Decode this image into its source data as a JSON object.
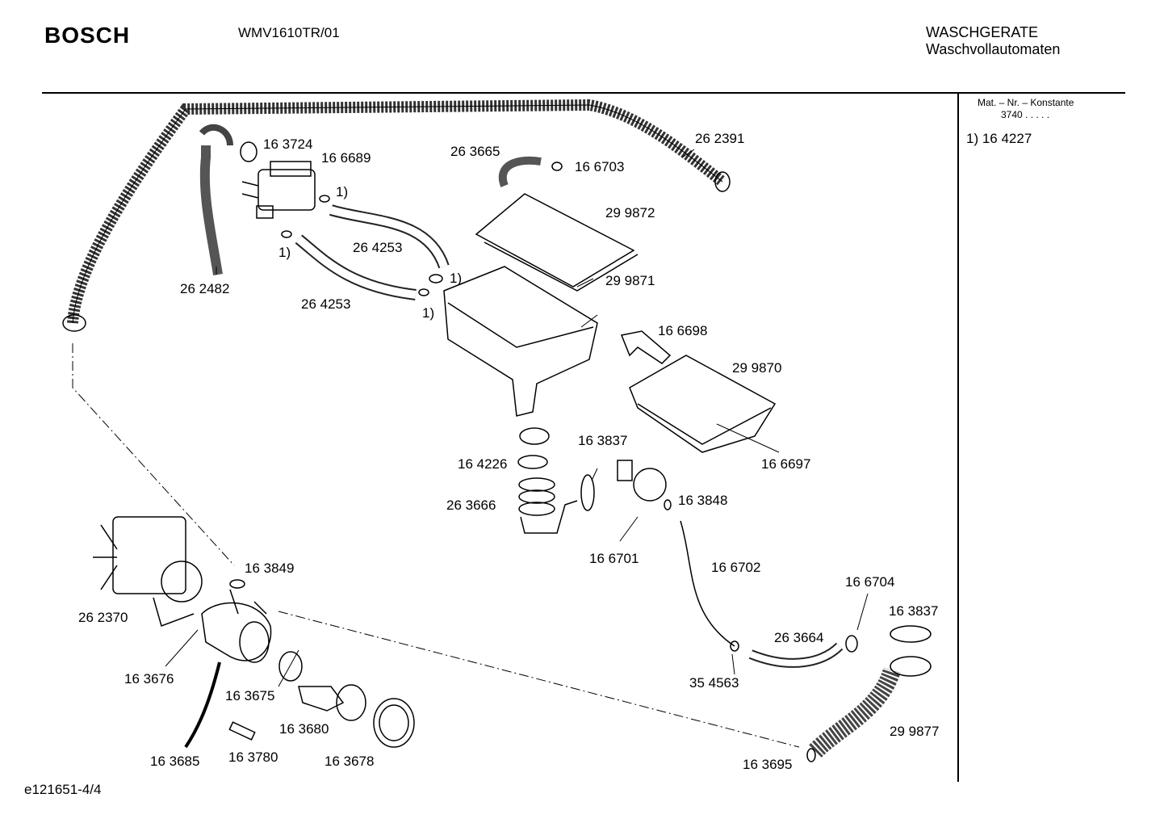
{
  "header": {
    "brand": "BOSCH",
    "model": "WMV1610TR/01",
    "category": "WASCHGERATE",
    "subcategory": "Waschvollautomaten"
  },
  "sidebar": {
    "mat_header": "Mat. – Nr. – Konstante",
    "mat_value": "3740 . . . . .",
    "note": "1) 16 4227"
  },
  "footer": {
    "doc_id": "e121651-4/4"
  },
  "parts": [
    {
      "id": "p1",
      "label": "16 3724"
    },
    {
      "id": "p2",
      "label": "16 6689"
    },
    {
      "id": "p3",
      "label": "26 3665"
    },
    {
      "id": "p4",
      "label": "16 6703"
    },
    {
      "id": "p5",
      "label": "26 2391"
    },
    {
      "id": "p6",
      "label": "29 9872"
    },
    {
      "id": "p7",
      "label": "26 4253"
    },
    {
      "id": "p8",
      "label": "26 2482"
    },
    {
      "id": "p9",
      "label": "26 4253"
    },
    {
      "id": "p10",
      "label": "29 9871"
    },
    {
      "id": "p11",
      "label": "16 6698"
    },
    {
      "id": "p12",
      "label": "29 9870"
    },
    {
      "id": "p13",
      "label": "16 3837"
    },
    {
      "id": "p14",
      "label": "16 4226"
    },
    {
      "id": "p15",
      "label": "16 6697"
    },
    {
      "id": "p16",
      "label": "26 3666"
    },
    {
      "id": "p17",
      "label": "16 3848"
    },
    {
      "id": "p18",
      "label": "16 6701"
    },
    {
      "id": "p19",
      "label": "16 6702"
    },
    {
      "id": "p20",
      "label": "16 3849"
    },
    {
      "id": "p21",
      "label": "16 6704"
    },
    {
      "id": "p22",
      "label": "26 2370"
    },
    {
      "id": "p23",
      "label": "16 3837"
    },
    {
      "id": "p24",
      "label": "26 3664"
    },
    {
      "id": "p25",
      "label": "16 3676"
    },
    {
      "id": "p26",
      "label": "16 3675"
    },
    {
      "id": "p27",
      "label": "35 4563"
    },
    {
      "id": "p28",
      "label": "16 3680"
    },
    {
      "id": "p29",
      "label": "29 9877"
    },
    {
      "id": "p30",
      "label": "16 3685"
    },
    {
      "id": "p31",
      "label": "16 3780"
    },
    {
      "id": "p32",
      "label": "16 3678"
    },
    {
      "id": "p33",
      "label": "16 3695"
    }
  ],
  "footnote_marker": "1)"
}
